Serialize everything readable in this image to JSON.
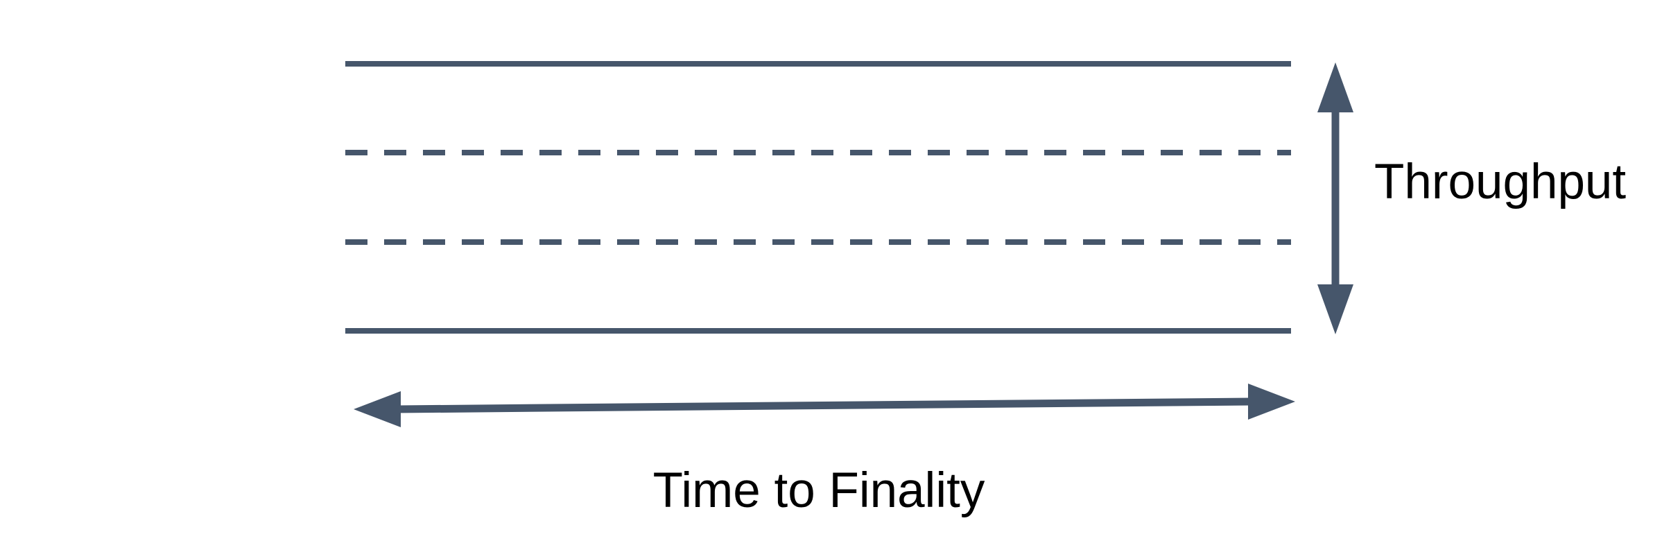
{
  "colors": {
    "line": "#46566B",
    "text": "#000000",
    "background": "#FFFFFF"
  },
  "diagram": {
    "type": "conceptual-diagram",
    "lines": [
      {
        "name": "top-boundary",
        "style": "solid"
      },
      {
        "name": "mid-level-1",
        "style": "dashed"
      },
      {
        "name": "mid-level-2",
        "style": "dashed"
      },
      {
        "name": "bottom-boundary",
        "style": "solid"
      }
    ],
    "arrows": [
      {
        "name": "throughput-axis",
        "orientation": "vertical",
        "double_headed": true,
        "label": "Throughput"
      },
      {
        "name": "time-to-finality-axis",
        "orientation": "horizontal",
        "double_headed": true,
        "label": "Time to Finality"
      }
    ],
    "icons": [
      "arrowhead-up-icon",
      "arrowhead-down-icon",
      "arrowhead-left-icon",
      "arrowhead-right-icon"
    ]
  }
}
